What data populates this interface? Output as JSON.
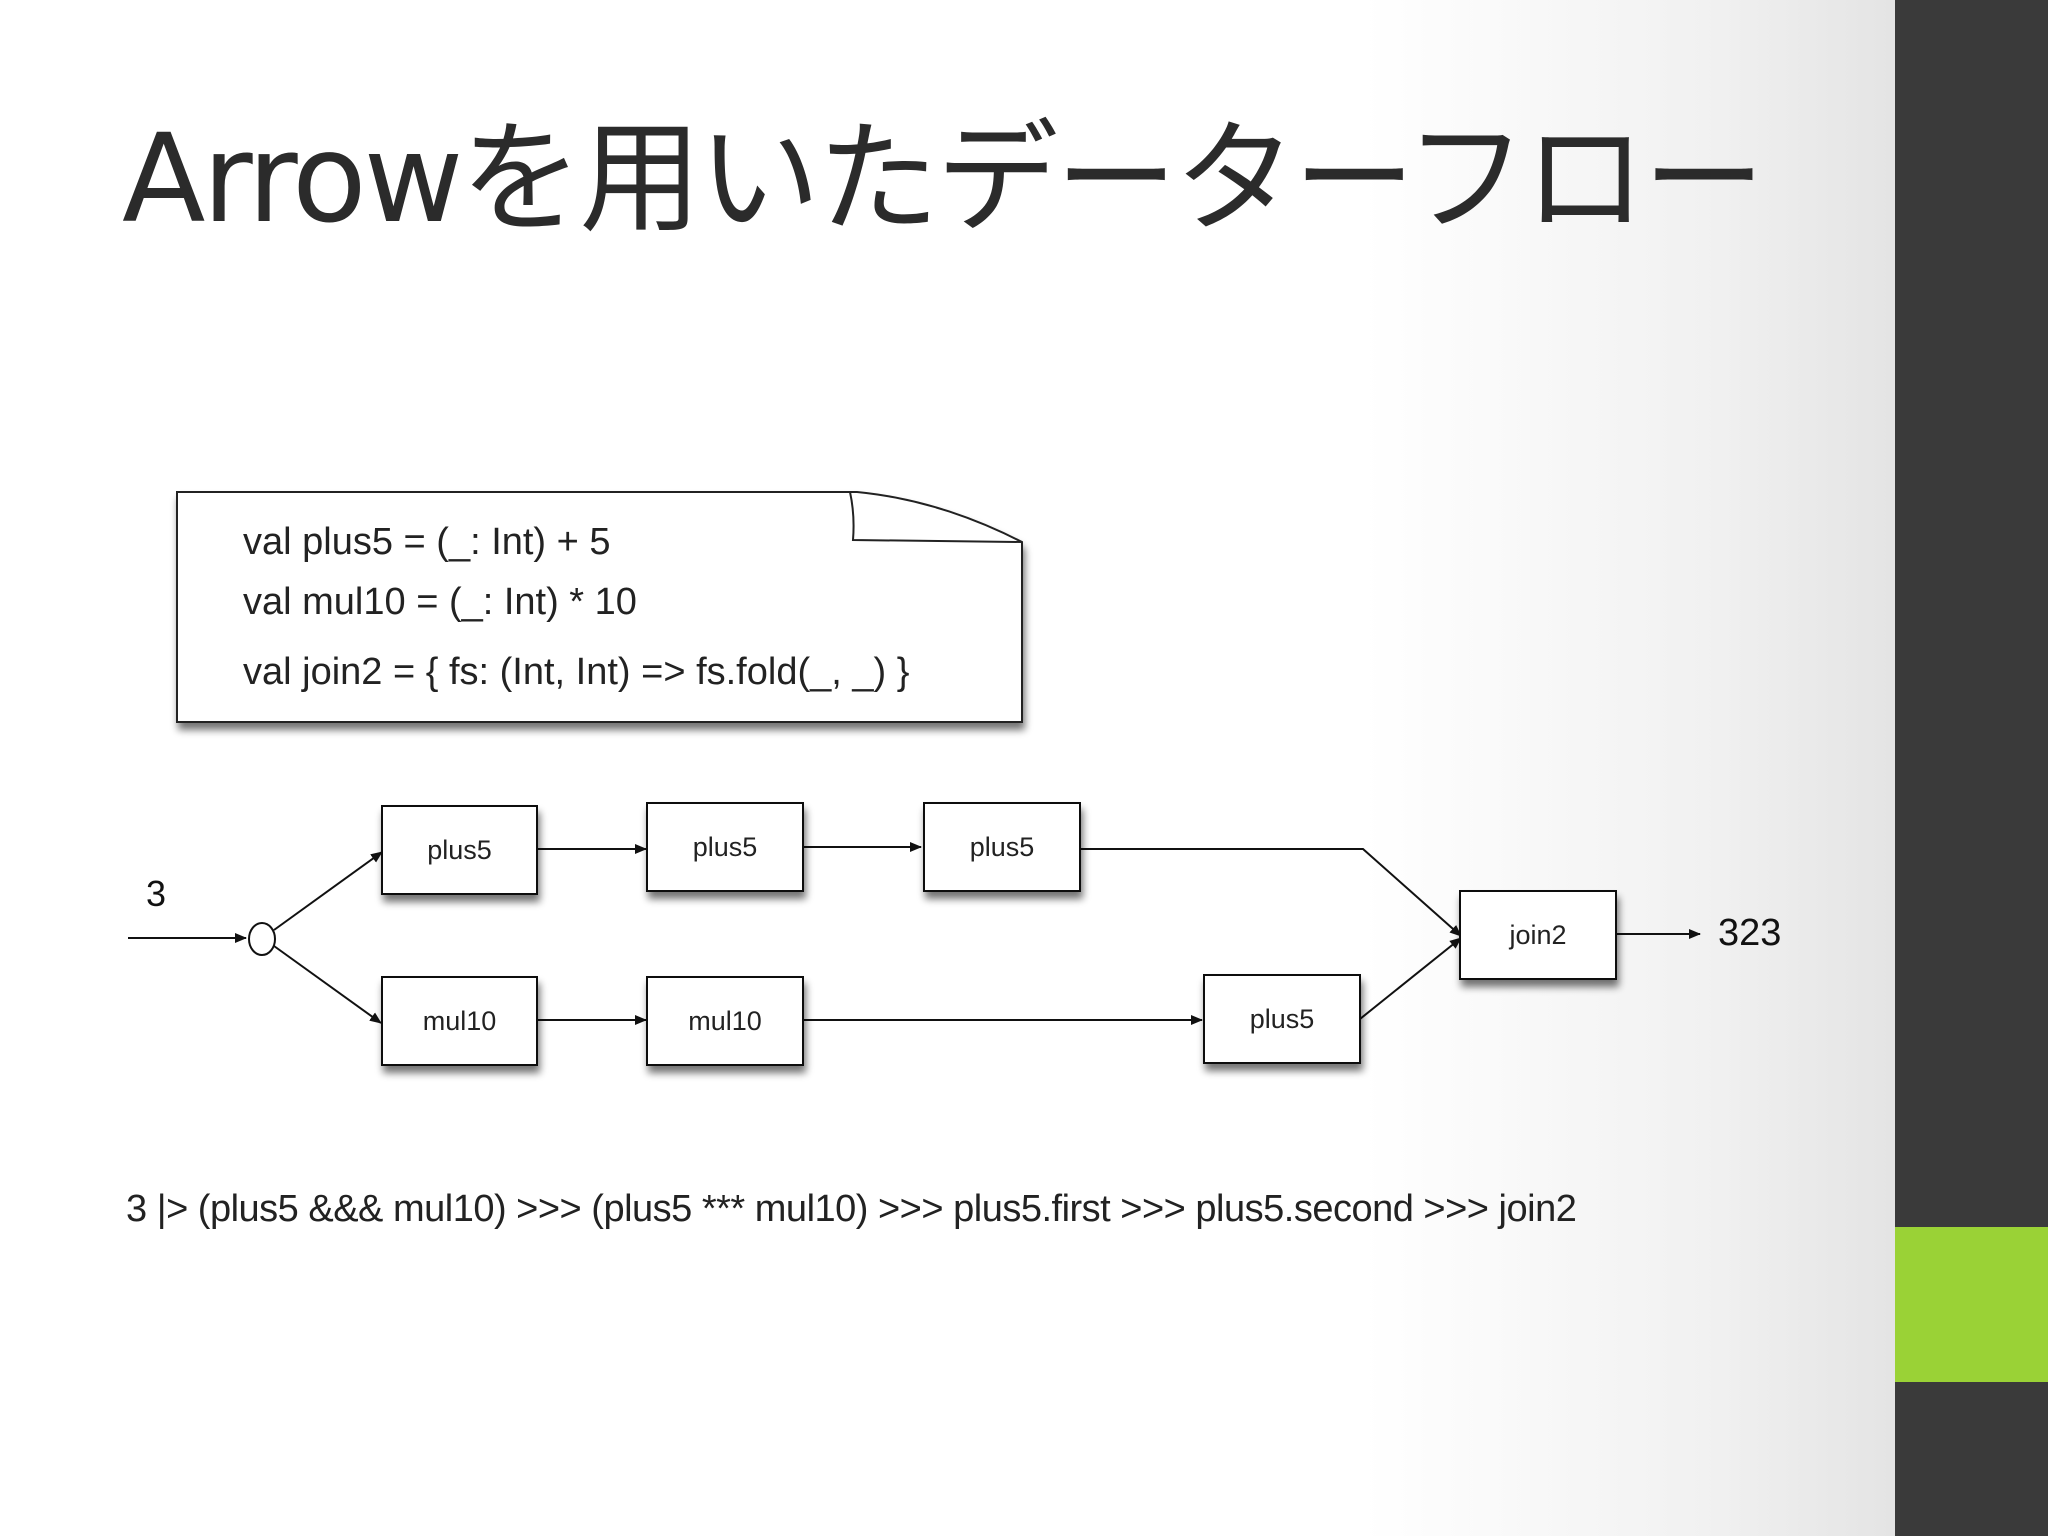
{
  "title": "Arrowを用いたデーターフロー",
  "colors": {
    "sidebar": "#3a3a3a",
    "accent": "#9ad236",
    "text": "#222222"
  },
  "code_note": {
    "lines": [
      "val plus5 = (_: Int) + 5",
      "val mul10 = (_: Int) * 10",
      "val join2 = { fs: (Int, Int) => fs.fold(_, _) }"
    ]
  },
  "diagram": {
    "input_label": "3",
    "output_label": "323",
    "nodes": [
      {
        "id": "p1",
        "label": "plus5"
      },
      {
        "id": "p2",
        "label": "plus5"
      },
      {
        "id": "p3",
        "label": "plus5"
      },
      {
        "id": "m1",
        "label": "mul10"
      },
      {
        "id": "m2",
        "label": "mul10"
      },
      {
        "id": "p4",
        "label": "plus5"
      },
      {
        "id": "j",
        "label": "join2"
      }
    ]
  },
  "formula": "3 |> (plus5 &&& mul10) >>> (plus5 *** mul10) >>> plus5.first >>> plus5.second >>> join2"
}
